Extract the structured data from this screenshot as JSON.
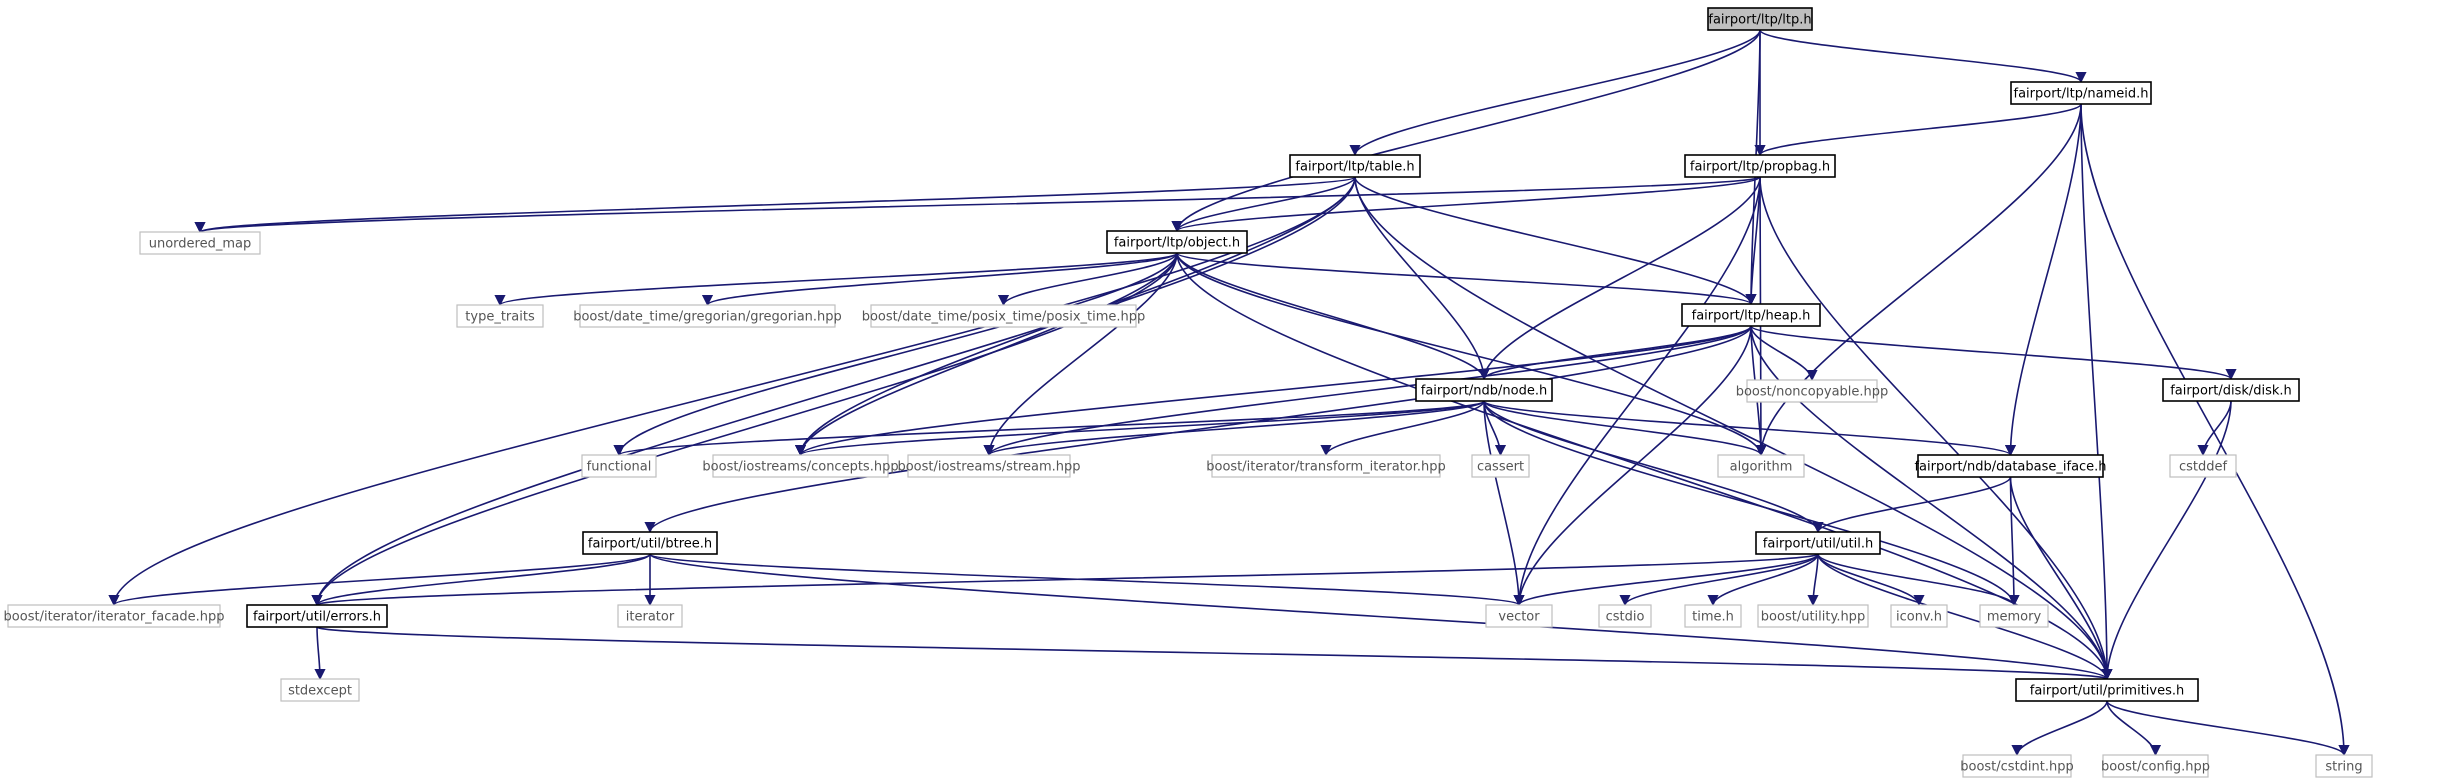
{
  "colors": {
    "edge": "#191970",
    "root_fill": "#bfbfbf",
    "node_border": "#000000",
    "external_border": "#bfbfbf"
  },
  "nodes": [
    {
      "id": "ltp_h",
      "label": "fairport/ltp/ltp.h",
      "kind": "root"
    },
    {
      "id": "nameid_h",
      "label": "fairport/ltp/nameid.h",
      "kind": "file"
    },
    {
      "id": "table_h",
      "label": "fairport/ltp/table.h",
      "kind": "file"
    },
    {
      "id": "propbag_h",
      "label": "fairport/ltp/propbag.h",
      "kind": "file"
    },
    {
      "id": "object_h",
      "label": "fairport/ltp/object.h",
      "kind": "file"
    },
    {
      "id": "heap_h",
      "label": "fairport/ltp/heap.h",
      "kind": "file"
    },
    {
      "id": "node_h",
      "label": "fairport/ndb/node.h",
      "kind": "file"
    },
    {
      "id": "disk_h",
      "label": "fairport/disk/disk.h",
      "kind": "file"
    },
    {
      "id": "database_iface_h",
      "label": "fairport/ndb/database_iface.h",
      "kind": "file"
    },
    {
      "id": "btree_h",
      "label": "fairport/util/btree.h",
      "kind": "file"
    },
    {
      "id": "util_h",
      "label": "fairport/util/util.h",
      "kind": "file"
    },
    {
      "id": "errors_h",
      "label": "fairport/util/errors.h",
      "kind": "file"
    },
    {
      "id": "primitives_h",
      "label": "fairport/util/primitives.h",
      "kind": "file"
    },
    {
      "id": "unordered_map",
      "label": "unordered_map",
      "kind": "external"
    },
    {
      "id": "type_traits",
      "label": "type_traits",
      "kind": "external"
    },
    {
      "id": "gregorian_hpp",
      "label": "boost/date_time/gregorian/gregorian.hpp",
      "kind": "external"
    },
    {
      "id": "posix_time_hpp",
      "label": "boost/date_time/posix_time/posix_time.hpp",
      "kind": "external"
    },
    {
      "id": "noncopyable_hpp",
      "label": "boost/noncopyable.hpp",
      "kind": "external"
    },
    {
      "id": "functional",
      "label": "functional",
      "kind": "external"
    },
    {
      "id": "concepts_hpp",
      "label": "boost/iostreams/concepts.hpp",
      "kind": "external"
    },
    {
      "id": "stream_hpp",
      "label": "boost/iostreams/stream.hpp",
      "kind": "external"
    },
    {
      "id": "transform_iterator_hpp",
      "label": "boost/iterator/transform_iterator.hpp",
      "kind": "external"
    },
    {
      "id": "cassert",
      "label": "cassert",
      "kind": "external"
    },
    {
      "id": "algorithm",
      "label": "algorithm",
      "kind": "external"
    },
    {
      "id": "cstddef",
      "label": "cstddef",
      "kind": "external"
    },
    {
      "id": "iterator_facade_hpp",
      "label": "boost/iterator/iterator_facade.hpp",
      "kind": "external"
    },
    {
      "id": "iterator",
      "label": "iterator",
      "kind": "external"
    },
    {
      "id": "vector",
      "label": "vector",
      "kind": "external"
    },
    {
      "id": "cstdio",
      "label": "cstdio",
      "kind": "external"
    },
    {
      "id": "time_h",
      "label": "time.h",
      "kind": "external"
    },
    {
      "id": "utility_hpp",
      "label": "boost/utility.hpp",
      "kind": "external"
    },
    {
      "id": "iconv_h",
      "label": "iconv.h",
      "kind": "external"
    },
    {
      "id": "memory",
      "label": "memory",
      "kind": "external"
    },
    {
      "id": "stdexcept",
      "label": "stdexcept",
      "kind": "external"
    },
    {
      "id": "cstdint_hpp",
      "label": "boost/cstdint.hpp",
      "kind": "external"
    },
    {
      "id": "config_hpp",
      "label": "boost/config.hpp",
      "kind": "external"
    },
    {
      "id": "string",
      "label": "string",
      "kind": "external"
    }
  ],
  "edges": [
    [
      "ltp_h",
      "nameid_h"
    ],
    [
      "ltp_h",
      "table_h"
    ],
    [
      "ltp_h",
      "propbag_h"
    ],
    [
      "ltp_h",
      "object_h"
    ],
    [
      "ltp_h",
      "heap_h"
    ],
    [
      "nameid_h",
      "propbag_h"
    ],
    [
      "nameid_h",
      "algorithm"
    ],
    [
      "nameid_h",
      "database_iface_h"
    ],
    [
      "nameid_h",
      "primitives_h"
    ],
    [
      "nameid_h",
      "string"
    ],
    [
      "table_h",
      "object_h"
    ],
    [
      "table_h",
      "unordered_map"
    ],
    [
      "table_h",
      "iterator_facade_hpp"
    ],
    [
      "table_h",
      "errors_h"
    ],
    [
      "table_h",
      "node_h"
    ],
    [
      "table_h",
      "heap_h"
    ],
    [
      "table_h",
      "primitives_h"
    ],
    [
      "table_h",
      "concepts_hpp"
    ],
    [
      "propbag_h",
      "object_h"
    ],
    [
      "propbag_h",
      "heap_h"
    ],
    [
      "propbag_h",
      "node_h"
    ],
    [
      "propbag_h",
      "algorithm"
    ],
    [
      "propbag_h",
      "vector"
    ],
    [
      "propbag_h",
      "primitives_h"
    ],
    [
      "propbag_h",
      "unordered_map"
    ],
    [
      "object_h",
      "heap_h"
    ],
    [
      "object_h",
      "node_h"
    ],
    [
      "object_h",
      "type_traits"
    ],
    [
      "object_h",
      "gregorian_hpp"
    ],
    [
      "object_h",
      "posix_time_hpp"
    ],
    [
      "object_h",
      "functional"
    ],
    [
      "object_h",
      "errors_h"
    ],
    [
      "object_h",
      "primitives_h"
    ],
    [
      "object_h",
      "concepts_hpp"
    ],
    [
      "object_h",
      "stream_hpp"
    ],
    [
      "object_h",
      "algorithm"
    ],
    [
      "heap_h",
      "node_h"
    ],
    [
      "heap_h",
      "noncopyable_hpp"
    ],
    [
      "heap_h",
      "disk_h"
    ],
    [
      "heap_h",
      "algorithm"
    ],
    [
      "heap_h",
      "vector"
    ],
    [
      "heap_h",
      "primitives_h"
    ],
    [
      "heap_h",
      "btree_h"
    ],
    [
      "heap_h",
      "concepts_hpp"
    ],
    [
      "heap_h",
      "stream_hpp"
    ],
    [
      "node_h",
      "functional"
    ],
    [
      "node_h",
      "concepts_hpp"
    ],
    [
      "node_h",
      "stream_hpp"
    ],
    [
      "node_h",
      "transform_iterator_hpp"
    ],
    [
      "node_h",
      "cassert"
    ],
    [
      "node_h",
      "algorithm"
    ],
    [
      "node_h",
      "database_iface_h"
    ],
    [
      "node_h",
      "util_h"
    ],
    [
      "node_h",
      "vector"
    ],
    [
      "node_h",
      "memory"
    ],
    [
      "disk_h",
      "cstddef"
    ],
    [
      "disk_h",
      "primitives_h"
    ],
    [
      "database_iface_h",
      "util_h"
    ],
    [
      "database_iface_h",
      "memory"
    ],
    [
      "database_iface_h",
      "primitives_h"
    ],
    [
      "btree_h",
      "iterator_facade_hpp"
    ],
    [
      "btree_h",
      "errors_h"
    ],
    [
      "btree_h",
      "iterator"
    ],
    [
      "btree_h",
      "vector"
    ],
    [
      "btree_h",
      "primitives_h"
    ],
    [
      "util_h",
      "errors_h"
    ],
    [
      "util_h",
      "vector"
    ],
    [
      "util_h",
      "cstdio"
    ],
    [
      "util_h",
      "time_h"
    ],
    [
      "util_h",
      "utility_hpp"
    ],
    [
      "util_h",
      "iconv_h"
    ],
    [
      "util_h",
      "memory"
    ],
    [
      "util_h",
      "primitives_h"
    ],
    [
      "errors_h",
      "stdexcept"
    ],
    [
      "errors_h",
      "primitives_h"
    ],
    [
      "primitives_h",
      "cstdint_hpp"
    ],
    [
      "primitives_h",
      "config_hpp"
    ],
    [
      "primitives_h",
      "string"
    ]
  ]
}
